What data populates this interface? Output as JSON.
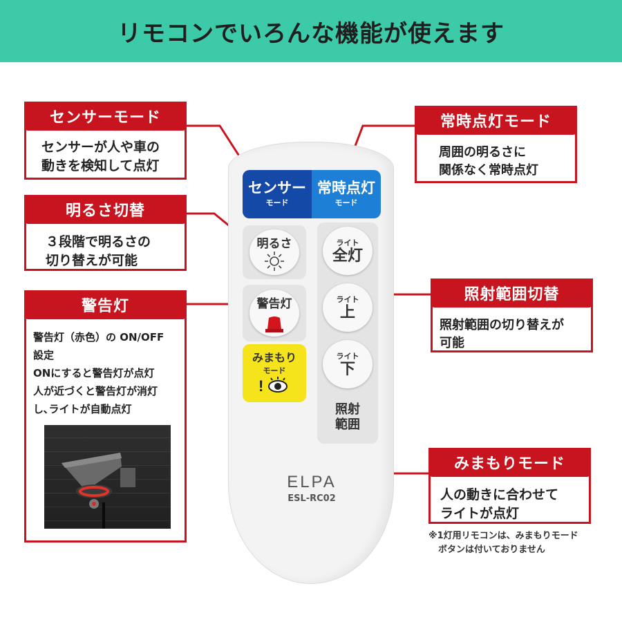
{
  "header": {
    "title": "リモコンでいろんな機能が使えます"
  },
  "callouts": {
    "sensor": {
      "title": "センサーモード",
      "text": [
        "センサーが人や車の",
        "動きを検知して点灯"
      ]
    },
    "always": {
      "title": "常時点灯モード",
      "text": [
        "周囲の明るさに",
        "関係なく常時点灯"
      ]
    },
    "brightness": {
      "title": "明るさ切替",
      "text": [
        "３段階で明るさの",
        "切り替えが可能"
      ]
    },
    "warning": {
      "title": "警告灯",
      "text": [
        "警告灯（赤色）の ON/OFF",
        "設定",
        "ONにすると警告灯が点灯",
        "人が近づくと警告灯が消灯",
        "し､ライトが自動点灯"
      ]
    },
    "range": {
      "title": "照射範囲切替",
      "text": [
        "照射範囲の切り替えが",
        "可能"
      ]
    },
    "watch": {
      "title": "みまもりモード",
      "text": [
        "人の動きに合わせて",
        "ライトが点灯"
      ]
    }
  },
  "remote": {
    "sensor_btn": {
      "main": "センサー",
      "sub": "モード"
    },
    "always_btn": {
      "main": "常時点灯",
      "sub": "モード"
    },
    "brightness_btn": {
      "main": "明るさ"
    },
    "warning_btn": {
      "main": "警告灯"
    },
    "watch_btn": {
      "main": "みまもり",
      "sub": "モード"
    },
    "light_all": {
      "small": "ライト",
      "big": "全灯"
    },
    "light_up": {
      "small": "ライト",
      "big": "上"
    },
    "light_down": {
      "small": "ライト",
      "big": "下"
    },
    "range_label": [
      "照射",
      "範囲"
    ],
    "brand": "ELPA",
    "model": "ESL-RC02"
  },
  "note": [
    "※1灯用リモコンは、みまもりモード",
    "ボタンは付いておりません"
  ],
  "colors": {
    "header_bg": "#3dcaa8",
    "callout_red": "#c8141e",
    "sensor_blue": "#1549a8",
    "always_blue": "#1d7fd6",
    "watch_yellow": "#f5e31c"
  }
}
